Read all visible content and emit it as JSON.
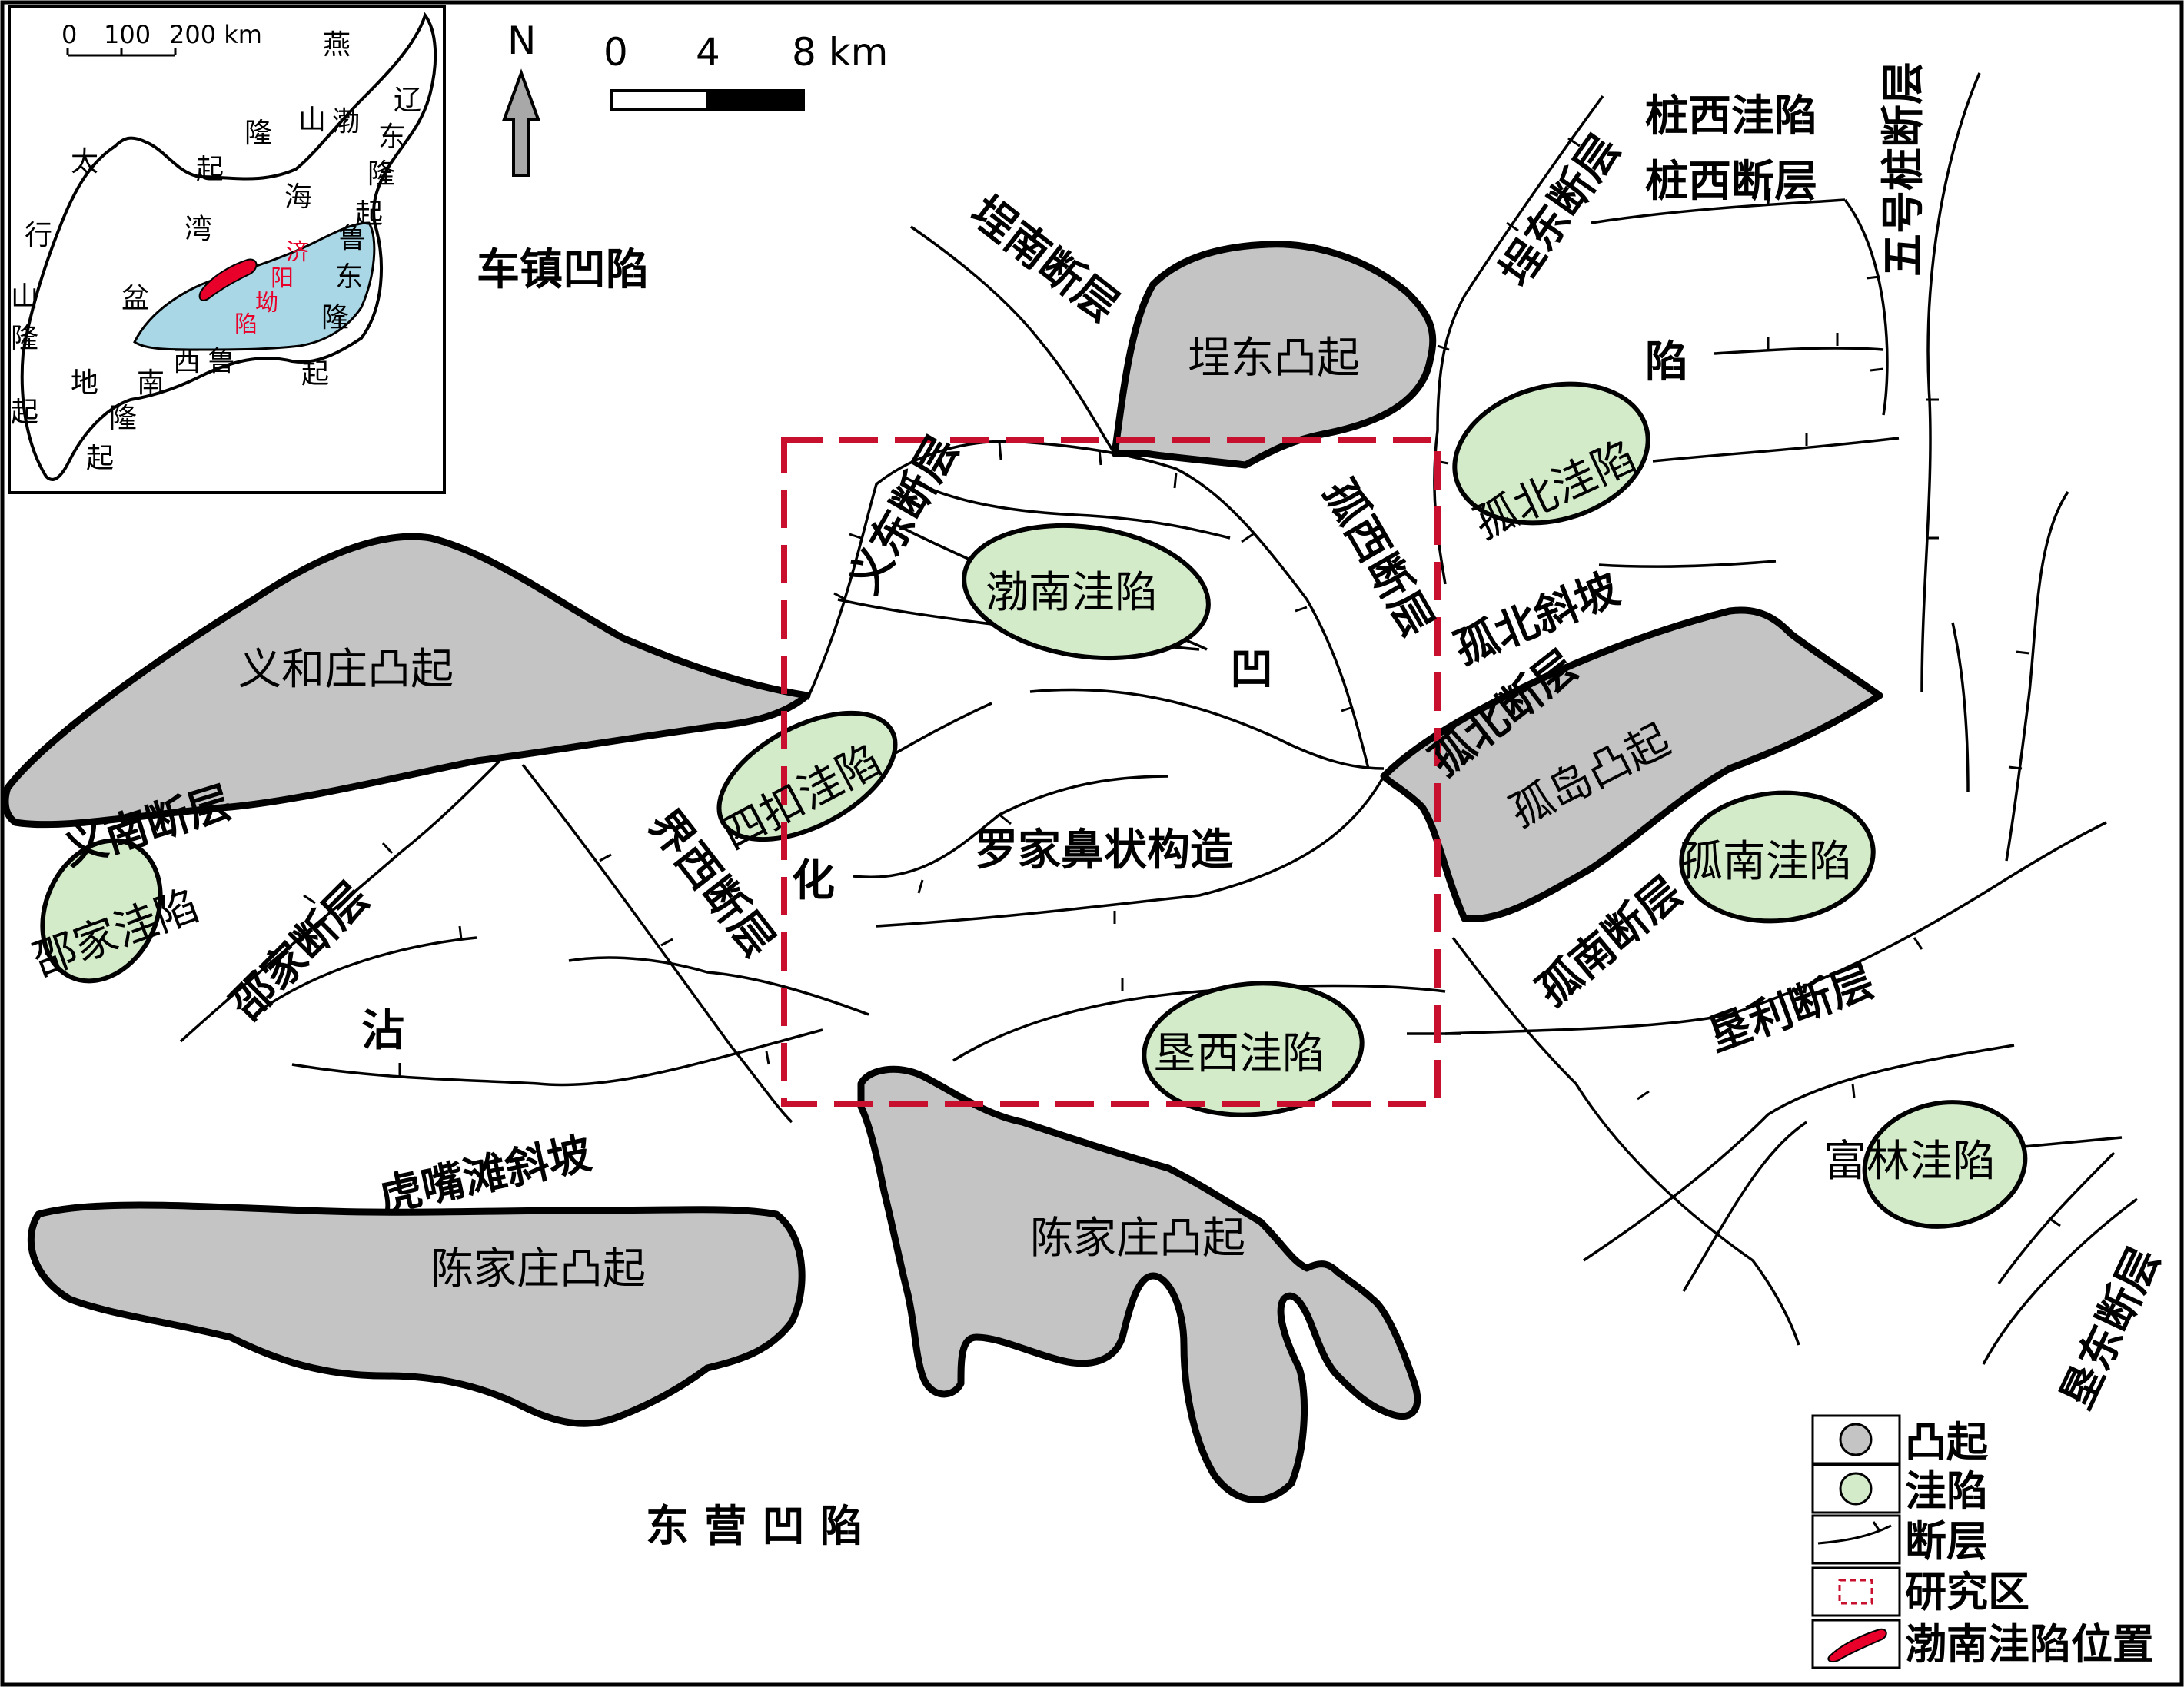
{
  "inset": {
    "scale_labels": [
      "0",
      "100",
      "200 km"
    ],
    "labels": [
      "燕",
      "山",
      "隆",
      "起",
      "太",
      "行",
      "山",
      "隆",
      "起",
      "渤",
      "海",
      "湾",
      "盆",
      "地",
      "南",
      "西",
      "鲁",
      "隆",
      "起",
      "辽",
      "东",
      "隆",
      "起",
      "鲁",
      "东",
      "隆",
      "起",
      "济",
      "阳",
      "坳",
      "陷"
    ],
    "colors": {
      "sea": "#a9d7e6",
      "location": "#e8002a"
    }
  },
  "north_arrow": {
    "label": "N"
  },
  "scale_bar": {
    "labels": [
      "0",
      "4",
      "8 km"
    ]
  },
  "labels": {
    "chezhen": "车镇凹陷",
    "dongying": "东 营 凹 陷",
    "zhuangxi_sag": "桩西洼陷",
    "zhuangxi_fault": "桩西断层",
    "xian_char": "陷",
    "wuhao_fault": "五号桩断层",
    "chengdong_fault": "埕东断层",
    "chengnan_fault": "埕南断层",
    "yidong_fault": "义东断层",
    "guxi_fault": "孤西断层",
    "gubei_slope": "孤北斜坡",
    "gubei_fault": "孤北断层",
    "aochar": "凹",
    "huachar": "化",
    "zhanchar": "沾",
    "luojia": "罗家鼻状构造",
    "yinan_fault": "义南断层",
    "shaojia_fault": "邵家断层",
    "jiexi_fault": "界西断层",
    "gunan_fault": "孤南断层",
    "kenli_fault": "垦利断层",
    "kendong_fault": "垦东断层",
    "huzui": "虎嘴滩斜坡"
  },
  "uplifts": {
    "chengdong": "埕东凸起",
    "yihezhuang": "义和庄凸起",
    "gudao": "孤岛凸起",
    "chenjiazhuang_west": "陈家庄凸起",
    "chenjiazhuang_east": "陈家庄凸起"
  },
  "sags": {
    "bonan": "渤南洼陷",
    "gubei": "孤北洼陷",
    "sikou": "四扣洼陷",
    "shaojia": "邵家洼陷",
    "gunan": "孤南洼陷",
    "kenxi": "垦西洼陷",
    "fulin": "富林洼陷"
  },
  "legend": {
    "items": [
      "凸起",
      "洼陷",
      "断层",
      "研究区",
      "渤南洼陷位置"
    ],
    "colors": {
      "uplift": "#c4c4c4",
      "sag": "#d3ebc9",
      "study_area": "#c8102e",
      "location": "#e8002a"
    }
  }
}
